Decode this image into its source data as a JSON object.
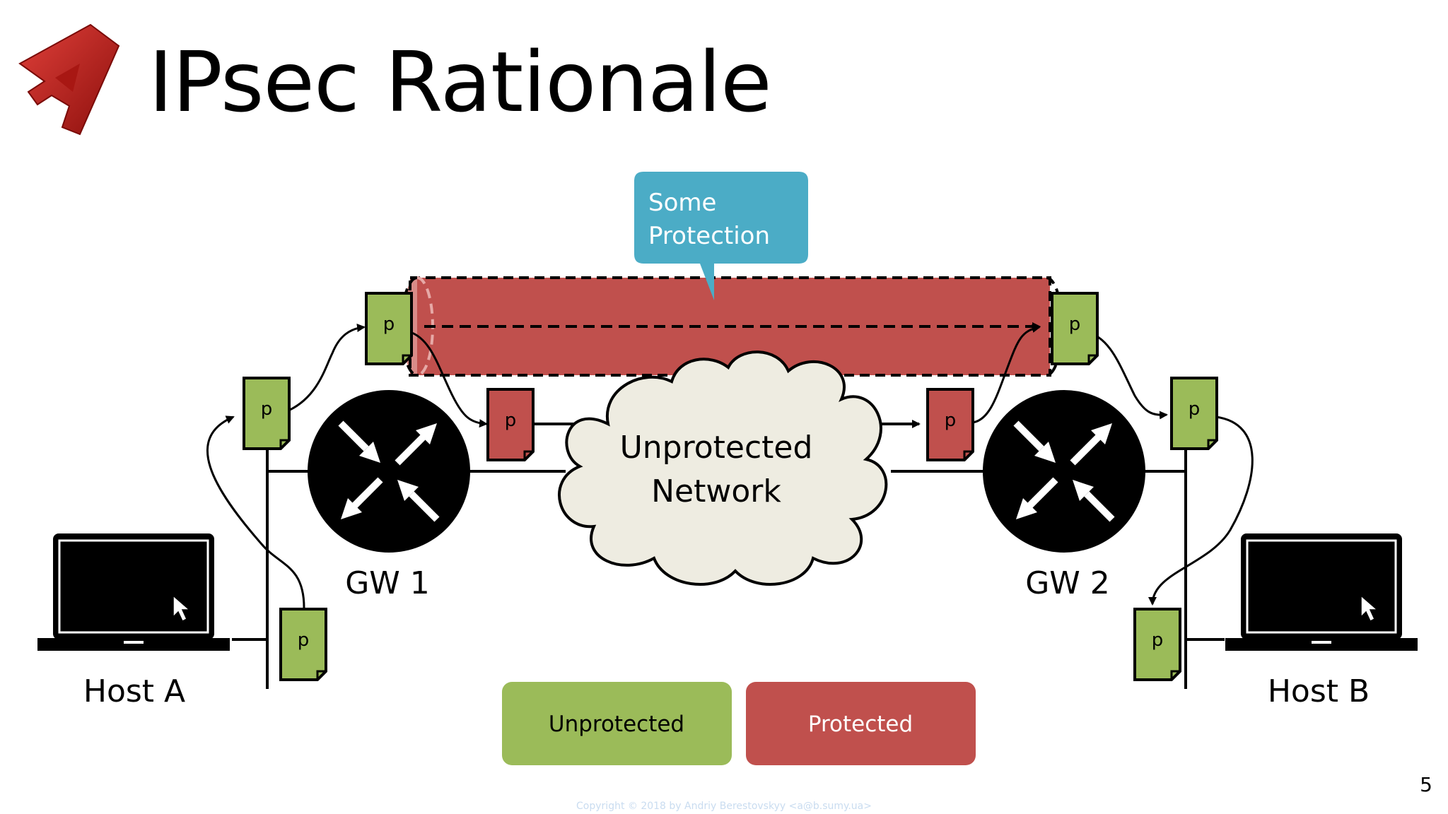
{
  "slide": {
    "title": "IPsec Rationale",
    "page_number": "5",
    "copyright": "Copyright © 2018 by Andriy Berestovskyy <a@b.sumy.ua>"
  },
  "diagram": {
    "callout": {
      "line1": "Some",
      "line2": "Protection"
    },
    "cloud": {
      "line1": "Unprotected",
      "line2": "Network"
    },
    "gateways": [
      "GW 1",
      "GW 2"
    ],
    "hosts": [
      "Host A",
      "Host B"
    ],
    "packet_label": "p",
    "legend": {
      "unprotected": "Unprotected",
      "protected": "Protected"
    }
  },
  "colors": {
    "unprotected": "#9bbb59",
    "protected": "#c0504d",
    "callout": "#4bacc6",
    "cloud": "#eeece1"
  },
  "icons": [
    "logo-icon",
    "router-icon",
    "laptop-icon",
    "cursor-icon",
    "packet-icon",
    "cloud-icon",
    "tunnel-icon"
  ]
}
